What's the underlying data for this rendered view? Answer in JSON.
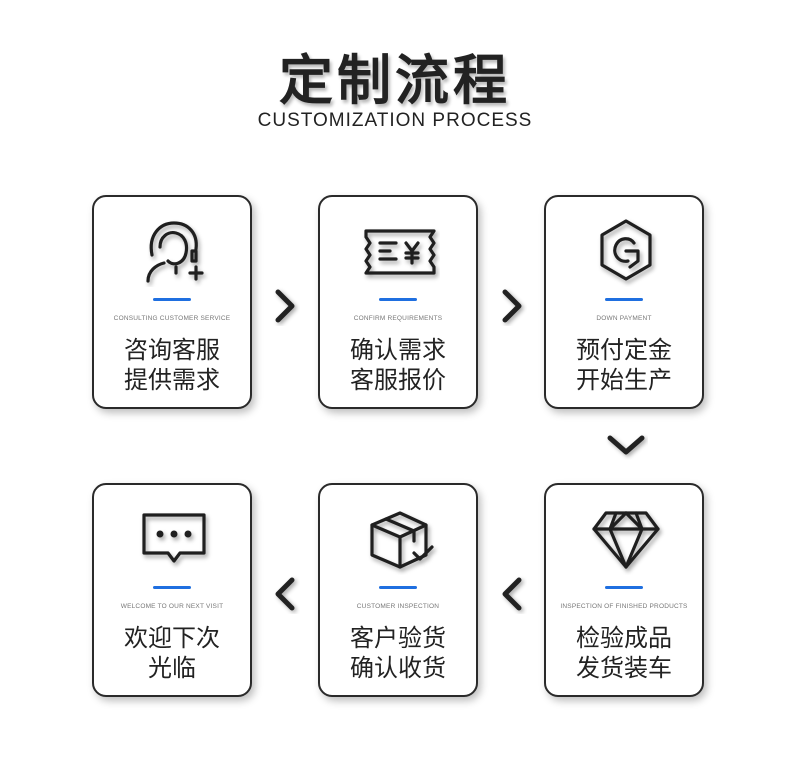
{
  "title": "定制流程",
  "subtitle": "CUSTOMIZATION PROCESS",
  "steps": [
    {
      "icon": "customer-service-headset-icon",
      "en": "CONSULTING CUSTOMER SERVICE",
      "zh1": "咨询客服",
      "zh2": "提供需求"
    },
    {
      "icon": "ticket-yen-icon",
      "en": "CONFIRM REQUIREMENTS",
      "zh1": "确认需求",
      "zh2": "客服报价"
    },
    {
      "icon": "hexagon-coin-icon",
      "en": "DOWN PAYMENT",
      "zh1": "预付定金",
      "zh2": "开始生产"
    },
    {
      "icon": "diamond-icon",
      "en": "INSPECTION OF FINISHED PRODUCTS",
      "zh1": "检验成品",
      "zh2": "发货装车"
    },
    {
      "icon": "box-check-icon",
      "en": "CUSTOMER INSPECTION",
      "zh1": "客户验货",
      "zh2": "确认收货"
    },
    {
      "icon": "chat-bubble-icon",
      "en": "WELCOME TO OUR NEXT VISIT",
      "zh1": "欢迎下次",
      "zh2": "光临"
    }
  ],
  "colors": {
    "accent": "#1f6fe0",
    "border": "#2a2a2a",
    "text": "#222222"
  }
}
